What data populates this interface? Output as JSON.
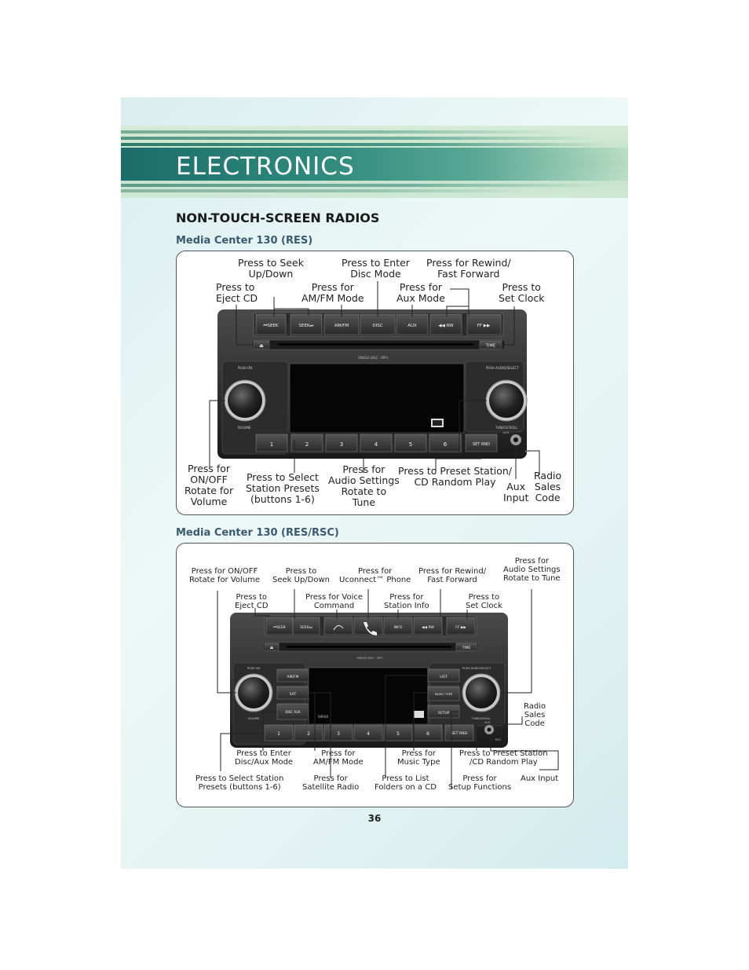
{
  "section_title": "ELECTRONICS",
  "heading": "NON-TOUCH-SCREEN RADIOS",
  "page_number": "36",
  "radio1": {
    "subheading": "Media Center 130 (RES)",
    "buttons": {
      "seek_down": "⏮SEEK",
      "seek_up": "SEEK⏭",
      "amfm": "AM/FM",
      "disc": "DISC",
      "aux": "AUX",
      "rw": "◀◀ RW",
      "ff": "FF ▶▶",
      "time": "TIME",
      "eject": "⏏",
      "setrnd": "SET RND",
      "disc_label": "SINGLE DISC · MP3",
      "push_on": "PUSH ON",
      "volume": "VOLUME",
      "push_audio": "PUSH AUDIO/SELECT",
      "tune": "TUNE/SCROLL",
      "aux_jack": "AUX",
      "res": "RES",
      "presets": [
        "1",
        "2",
        "3",
        "4",
        "5",
        "6"
      ]
    },
    "labels": {
      "seek": "Press to Seek\nUp/Down",
      "disc": "Press to Enter\nDisc Mode",
      "rewind": "Press for Rewind/\nFast Forward",
      "eject": "Press to\nEject CD",
      "amfm": "Press for\nAM/FM Mode",
      "aux": "Press for\nAux Mode",
      "clock": "Press to\nSet Clock",
      "volume": "Press for\nON/OFF\nRotate for\nVolume",
      "presets": "Press to Select\nStation Presets\n(buttons 1-6)",
      "audio": "Press for\nAudio Settings\nRotate to\nTune",
      "preset_station": "Press to Preset Station/\nCD Random Play",
      "aux_input": "Aux\nInput",
      "sales": "Radio\nSales\nCode"
    }
  },
  "radio2": {
    "subheading": "Media Center 130 (RES/RSC)",
    "buttons": {
      "seek_down": "⏮SEEK",
      "seek_up": "SEEK⏭",
      "info": "INFO",
      "rw": "◀◀ RW",
      "ff": "FF ▶▶",
      "time": "TIME",
      "eject": "⏏",
      "amfm": "AM/FM",
      "sat": "SAT",
      "disc_aux": "DISC AUX",
      "list": "LIST",
      "music_type": "MUSIC TYPE",
      "setup": "SETUP",
      "setrnd": "SET RND",
      "sirius": "SIRIUS",
      "disc_label": "SINGLE DISC · MP3",
      "push_on": "PUSH ON",
      "volume": "VOLUME",
      "push_audio": "PUSH AUDIO/SELECT",
      "tune": "TUNE/SCROLL",
      "aux_jack": "AUX",
      "rsc": "RSC",
      "presets": [
        "1",
        "2",
        "3",
        "4",
        "5",
        "6"
      ]
    },
    "labels": {
      "onoff": "Press for ON/OFF\nRotate for Volume",
      "seek": "Press to\nSeek Up/Down",
      "uconnect": "Press for\nUconnect™ Phone",
      "rewind": "Press for Rewind/\nFast Forward",
      "audio": "Press for\nAudio Settings\nRotate to Tune",
      "eject": "Press to\nEject CD",
      "voice": "Press for Voice\nCommand",
      "station_info": "Press for\nStation Info",
      "clock": "Press to\nSet Clock",
      "sales": "Radio\nSales\nCode",
      "disc_aux": "Press to Enter\nDisc/Aux Mode",
      "amfm": "Press for\nAM/FM Mode",
      "music_type": "Press for\nMusic Type",
      "preset_station": "Press to Preset Station\n/CD Random Play",
      "select_presets": "Press to Select Station\nPresets (buttons 1-6)",
      "satellite": "Press for\nSatellite Radio",
      "list": "Press to List\nFolders on a CD",
      "setup": "Press for\nSetup Functions",
      "aux_input": "Aux Input"
    }
  }
}
